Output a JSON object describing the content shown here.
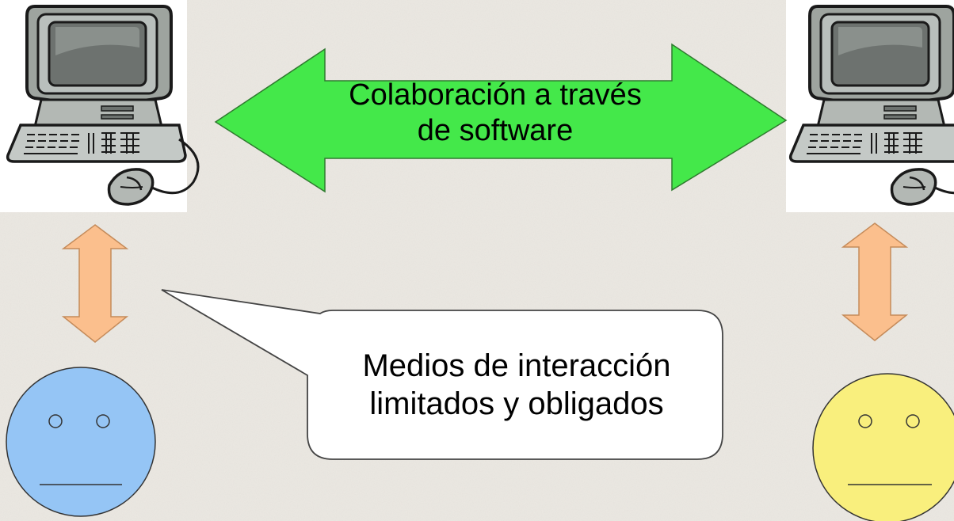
{
  "diagram": {
    "collaboration_arrow": {
      "label_line1": "Colaboración a través",
      "label_line2": "de software",
      "fill": "#44e84a",
      "stroke": "#2f7a2f"
    },
    "callout": {
      "label_line1": "Medios de interacción",
      "label_line2": "limitados y obligados",
      "fill": "#ffffff",
      "stroke": "#444444"
    },
    "interaction_arrows": {
      "fill": "#fbbf8d",
      "stroke": "#c58b5a"
    },
    "users": [
      {
        "id": "left-user",
        "face_color": "#95c5f5",
        "expression": "neutral"
      },
      {
        "id": "right-user",
        "face_color": "#f9ef7d",
        "expression": "neutral"
      }
    ],
    "computers": [
      {
        "id": "left-computer",
        "icon": "desktop-computer-icon"
      },
      {
        "id": "right-computer",
        "icon": "desktop-computer-icon"
      }
    ],
    "background_color": "#ece9e3"
  }
}
